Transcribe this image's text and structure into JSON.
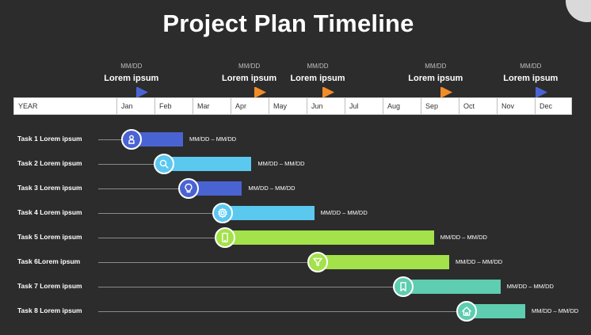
{
  "title": "Project Plan Timeline",
  "axis": {
    "year_label": "YEAR",
    "months": [
      "Jan",
      "Feb",
      "Mar",
      "Apr",
      "May",
      "Jun",
      "Jul",
      "Aug",
      "Sep",
      "Oct",
      "Nov",
      "Dec"
    ]
  },
  "milestones": [
    {
      "date": "MM/DD",
      "label": "Lorem ipsum",
      "month_pos": 0.6,
      "color": "#4a63d3"
    },
    {
      "date": "MM/DD",
      "label": "Lorem ipsum",
      "month_pos": 3.7,
      "color": "#f28c28"
    },
    {
      "date": "MM/DD",
      "label": "Lorem ipsum",
      "month_pos": 5.5,
      "color": "#f28c28"
    },
    {
      "date": "MM/DD",
      "label": "Lorem ipsum",
      "month_pos": 8.6,
      "color": "#f28c28"
    },
    {
      "date": "MM/DD",
      "label": "Lorem ipsum",
      "month_pos": 11.1,
      "color": "#4a63d3"
    }
  ],
  "tasks": [
    {
      "name": "Task 1 Lorem ipsum",
      "start": 0.4,
      "end": 1.75,
      "color": "#4a63d3",
      "icon": "user-icon",
      "dates": "MM/DD – MM/DD"
    },
    {
      "name": "Task 2 Lorem ipsum",
      "start": 1.25,
      "end": 3.55,
      "color": "#5bc8f0",
      "icon": "search-icon",
      "dates": "MM/DD – MM/DD"
    },
    {
      "name": "Task 3 Lorem ipsum",
      "start": 1.9,
      "end": 3.3,
      "color": "#4a63d3",
      "icon": "lightbulb-icon",
      "dates": "MM/DD – MM/DD"
    },
    {
      "name": "Task 4 Lorem ipsum",
      "start": 2.8,
      "end": 5.2,
      "color": "#5bc8f0",
      "icon": "gear-icon",
      "dates": "MM/DD – MM/DD"
    },
    {
      "name": "Task 5 Lorem ipsum",
      "start": 2.85,
      "end": 8.35,
      "color": "#a3e24a",
      "icon": "tablet-icon",
      "dates": "MM/DD – MM/DD"
    },
    {
      "name": "Task 6Lorem ipsum",
      "start": 5.3,
      "end": 8.75,
      "color": "#a3e24a",
      "icon": "filter-icon",
      "dates": "MM/DD – MM/DD"
    },
    {
      "name": "Task 7 Lorem ipsum",
      "start": 7.55,
      "end": 10.1,
      "color": "#5ecdb0",
      "icon": "bookmark-icon",
      "dates": "MM/DD – MM/DD"
    },
    {
      "name": "Task 8 Lorem ipsum",
      "start": 9.2,
      "end": 10.75,
      "color": "#5ecdb0",
      "icon": "home-icon",
      "dates": "MM/DD – MM/DD"
    }
  ]
}
